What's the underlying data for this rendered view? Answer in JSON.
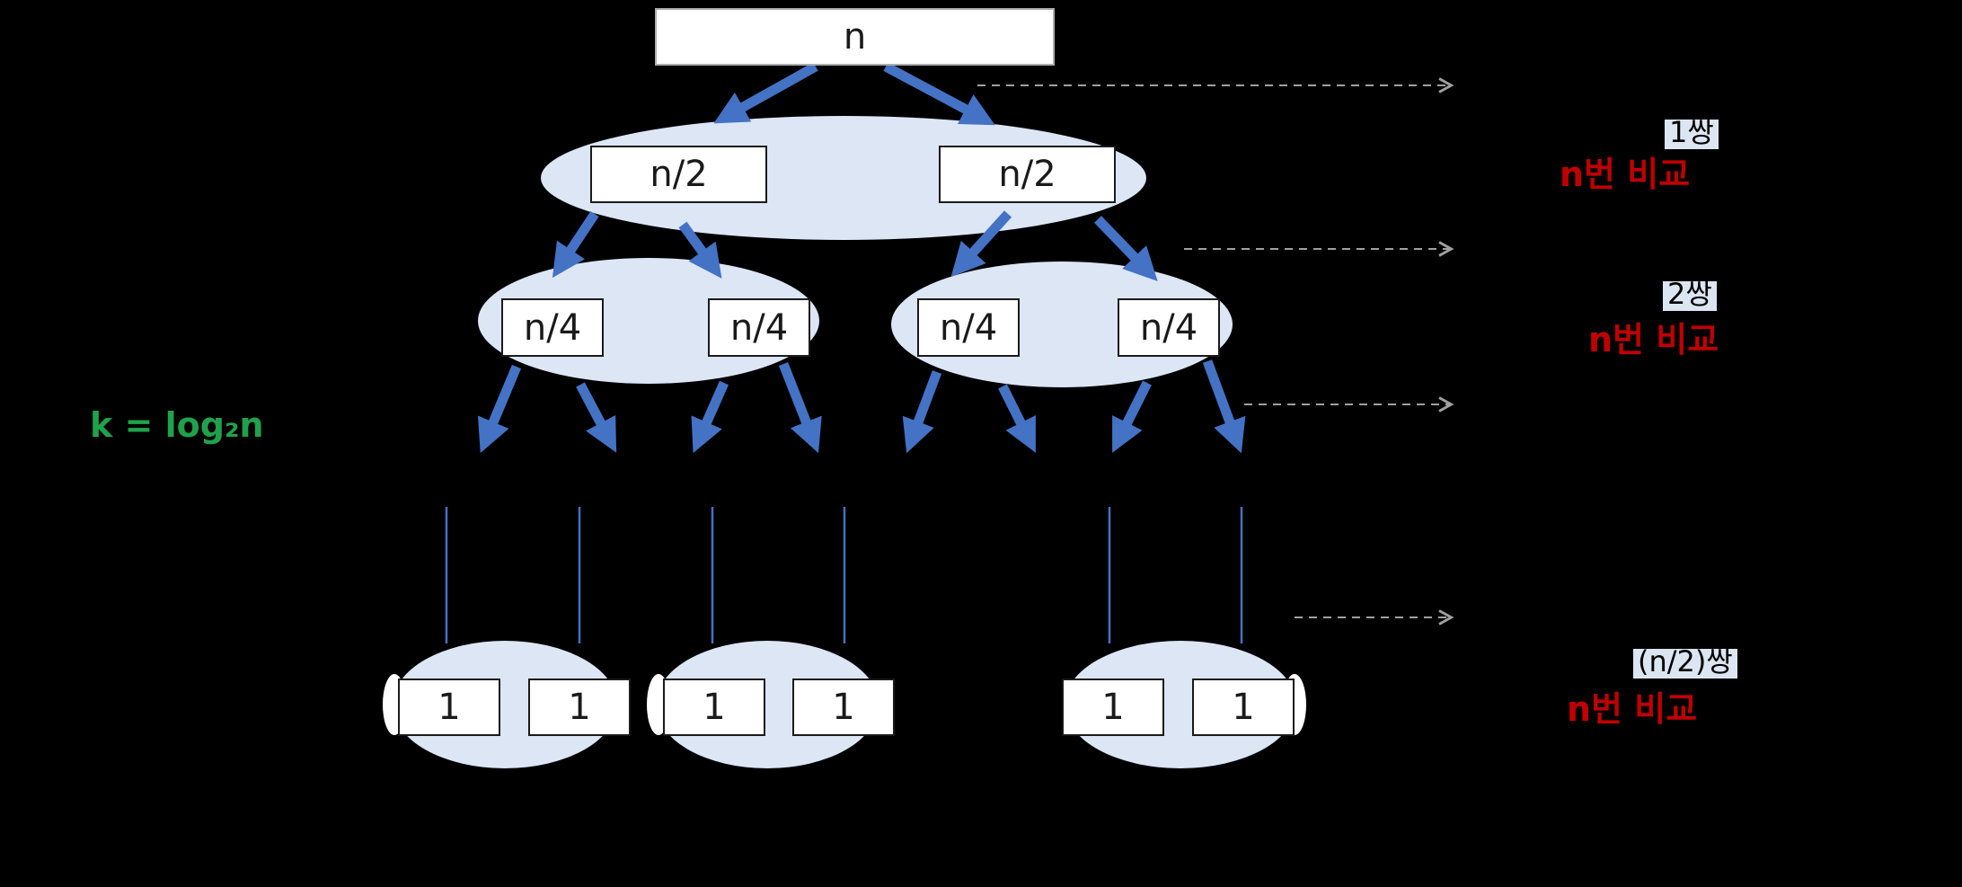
{
  "colors": {
    "background": "#000000",
    "arrow_blue": "#4472C4",
    "ellipse_fill": "#DCE6F5",
    "node_fill": "#FFFFFF",
    "node_border": "#1A1A1A",
    "dashed_arrow_gray": "#A0A0A0",
    "comparison_red": "#C00000",
    "formula_green": "#1FA24B",
    "pair_label_bg": "#DCE6F2"
  },
  "tree": {
    "root_label": "n",
    "half_label": "n/2",
    "quarter_label": "n/4",
    "leaf_label": "1"
  },
  "left_note": {
    "depth_formula": "k = log₂n"
  },
  "right_annotations": [
    {
      "pair_count": "1쌍",
      "comparisons": "n번 비교"
    },
    {
      "pair_count": "2쌍",
      "comparisons": "n번 비교"
    },
    {
      "pair_count": "(n/2)쌍",
      "comparisons": "n번 비교"
    }
  ]
}
